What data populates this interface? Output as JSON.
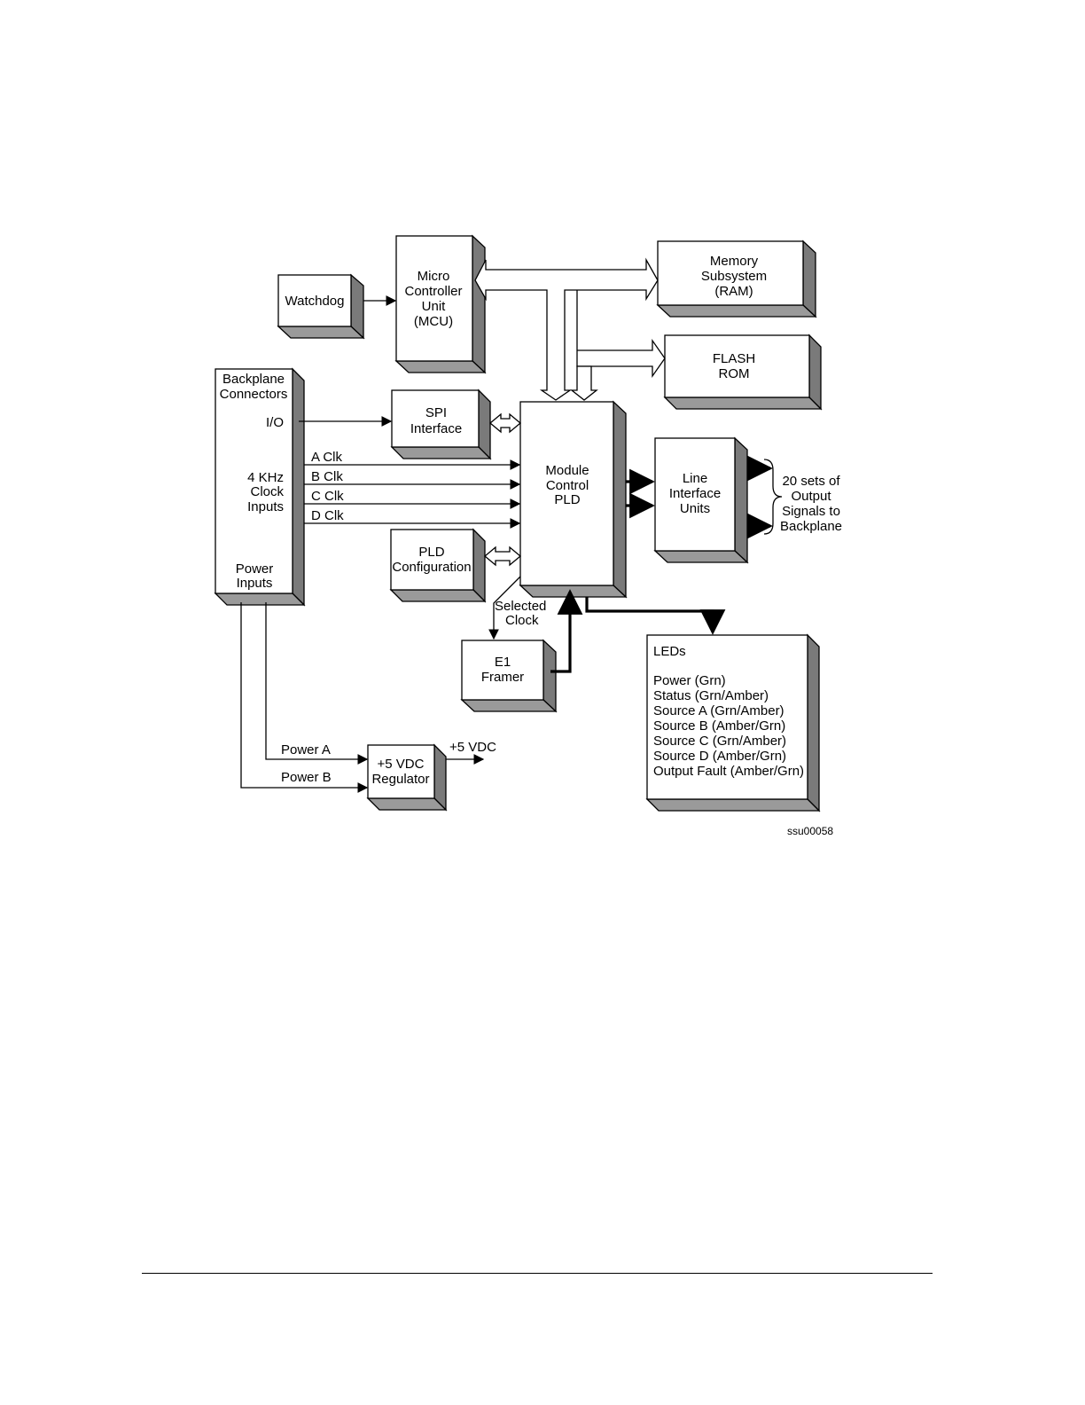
{
  "blocks": {
    "watchdog": [
      "Watchdog"
    ],
    "mcu": [
      "Micro",
      "Controller",
      "Unit",
      "(MCU)"
    ],
    "memory": [
      "Memory",
      "Subsystem",
      "(RAM)"
    ],
    "flash": [
      "FLASH",
      "ROM"
    ],
    "backplane": [
      "Backplane",
      "Connectors"
    ],
    "io": "I/O",
    "clock_inputs": [
      "4 KHz",
      "Clock",
      "Inputs"
    ],
    "power_inputs": [
      "Power",
      "Inputs"
    ],
    "spi": [
      "SPI",
      "Interface"
    ],
    "module_control": [
      "Module",
      "Control",
      "PLD"
    ],
    "line_interface": [
      "Line",
      "Interface",
      "Units"
    ],
    "pld_config": [
      "PLD",
      "Configuration"
    ],
    "e1_framer": [
      "E1",
      "Framer"
    ],
    "regulator": [
      "+5 VDC",
      "Regulator"
    ],
    "leds_title": "LEDs",
    "leds_items": [
      "Power (Grn)",
      "Status (Grn/Amber)",
      "Source A (Grn/Amber)",
      "Source B (Amber/Grn)",
      "Source C (Grn/Amber)",
      "Source D (Amber/Grn)",
      "Output Fault (Amber/Grn)"
    ]
  },
  "signals": {
    "clocks": [
      "A Clk",
      "B Clk",
      "C Clk",
      "D Clk"
    ],
    "selected_clock": [
      "Selected",
      "Clock"
    ],
    "power_a": "Power A",
    "power_b": "Power B",
    "vdc_out": "+5 VDC",
    "outputs_note": [
      "20 sets of",
      "Output",
      "Signals to",
      "Backplane"
    ]
  },
  "figure_id": "ssu00058"
}
